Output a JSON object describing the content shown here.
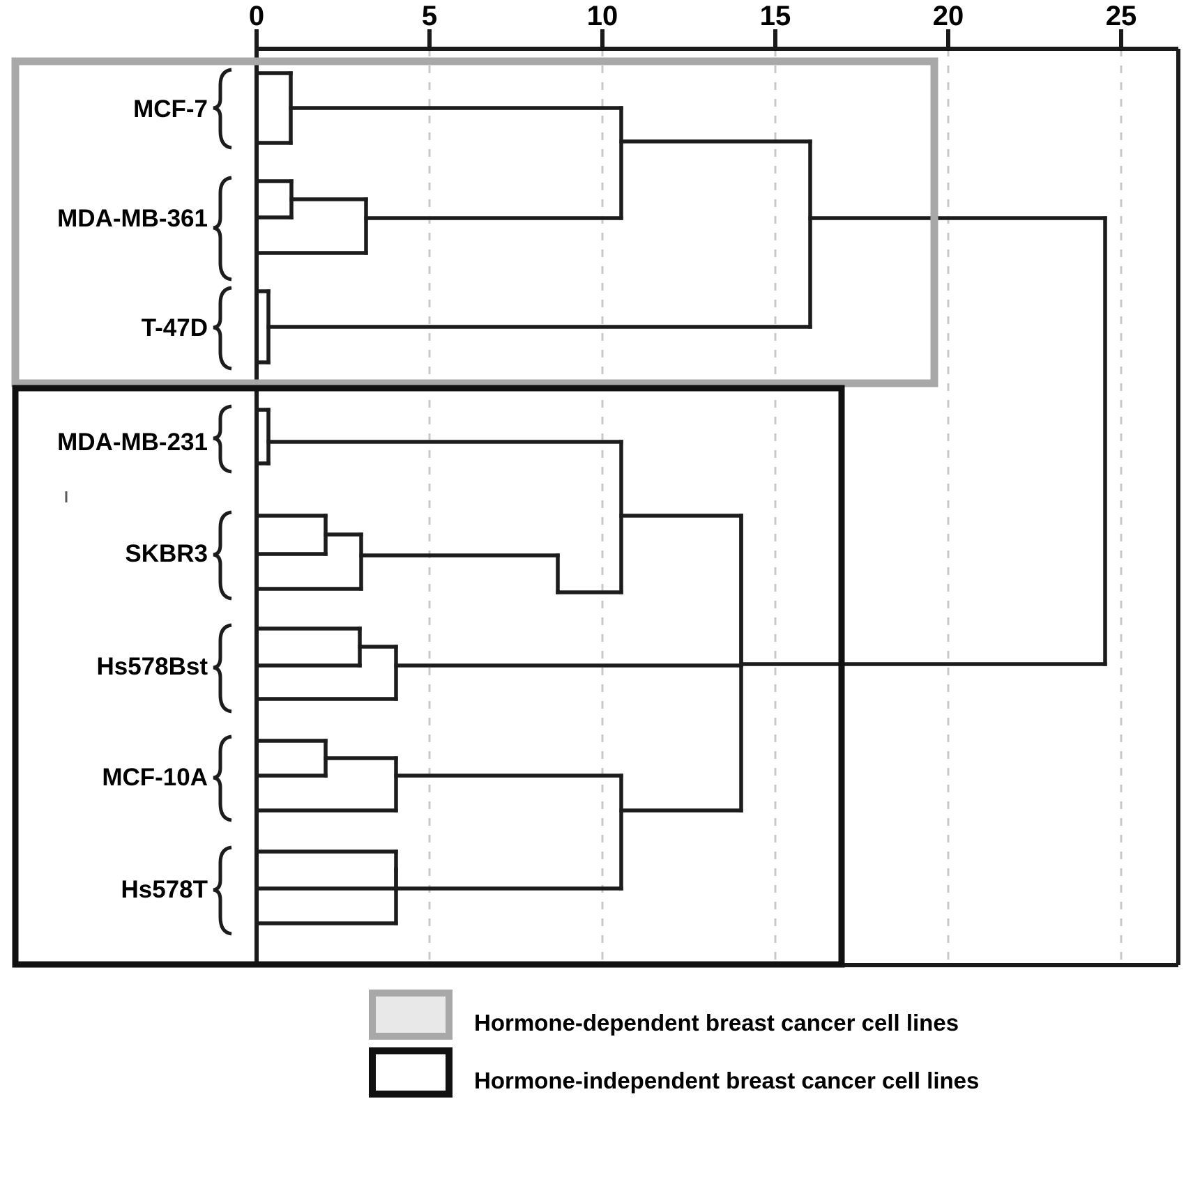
{
  "chart_data": {
    "type": "dendrogram",
    "title": "",
    "xlabel": "",
    "ylabel": "",
    "axis": {
      "ticks": [
        0,
        5,
        10,
        15,
        20,
        25
      ],
      "tick_labels": [
        "0",
        "5",
        "10",
        "15",
        "20",
        "25"
      ],
      "xlim": [
        0,
        26.5
      ],
      "grid": "vertical dashed gridlines at 5,10,15,20,25",
      "position": "top"
    },
    "leaf_labels": [
      "MCF-7",
      "MDA-MB-361",
      "T-47D",
      "MDA-MB-231",
      "SKBR3",
      "Hs578Bst",
      "MCF-10A",
      "Hs578T"
    ],
    "leaf_groups": [
      {
        "label": "MCF-7",
        "replicates": 2,
        "within_merges": [
          1.0
        ]
      },
      {
        "label": "MDA-MB-361",
        "replicates": 3,
        "within_merges": [
          1.0,
          4.0
        ]
      },
      {
        "label": "T-47D",
        "replicates": 2,
        "within_merges": [
          0.35
        ]
      },
      {
        "label": "MDA-MB-231",
        "replicates": 2,
        "within_merges": [
          0.35
        ]
      },
      {
        "label": "SKBR3",
        "replicates": 3,
        "within_merges": [
          2.0,
          3.0
        ]
      },
      {
        "label": "Hs578Bst",
        "replicates": 3,
        "within_merges": [
          3.0,
          4.0
        ]
      },
      {
        "label": "MCF-10A",
        "replicates": 3,
        "within_merges": [
          2.0,
          4.0
        ]
      },
      {
        "label": "Hs578T",
        "replicates": 3,
        "within_merges": [
          4.0,
          5.0
        ]
      }
    ],
    "merges": [
      {
        "name": "MCF-7 + MDA-MB-361",
        "height": 12.0
      },
      {
        "name": "(MCF-7,MDA-MB-361) + T-47D",
        "height": 18.0
      },
      {
        "name": "MDA-MB-231 + SKBR3",
        "height": 12.0
      },
      {
        "name": "MCF-10A + Hs578T",
        "height": 12.0
      },
      {
        "name": "(MDA-MB-231,SKBR3) + Hs578Bst",
        "height": 10.0
      },
      {
        "name": "((MDA-MB-231,SKBR3),Hs578Bst) + (MCF-10A,Hs578T)",
        "height": 16.0
      },
      {
        "name": "root: hormone-dependent + hormone-independent",
        "height": 24.5
      }
    ],
    "clusters": [
      {
        "id": "hormone-dependent",
        "color": "#a8a8a8",
        "members": [
          "MCF-7",
          "MDA-MB-361",
          "T-47D"
        ]
      },
      {
        "id": "hormone-independent",
        "color": "#111111",
        "members": [
          "MDA-MB-231",
          "SKBR3",
          "Hs578Bst",
          "MCF-10A",
          "Hs578T"
        ]
      }
    ],
    "legend": {
      "position": "bottom-center",
      "entries": [
        {
          "label": "Hormone-dependent breast cancer cell lines",
          "swatch_border": "#a8a8a8",
          "swatch_fill": "#e8e8e8"
        },
        {
          "label": "Hormone-independent breast cancer cell lines",
          "swatch_border": "#111111",
          "swatch_fill": "#ffffff"
        }
      ]
    }
  },
  "colors": {
    "tree_line": "#1c1c1c",
    "gridline": "#c9c9c9",
    "axis": "#1a1a1a",
    "gray_box": "#a8a8a8",
    "black_box": "#111111",
    "swatch_gray_fill": "#e8e8e8",
    "background": "#ffffff"
  }
}
